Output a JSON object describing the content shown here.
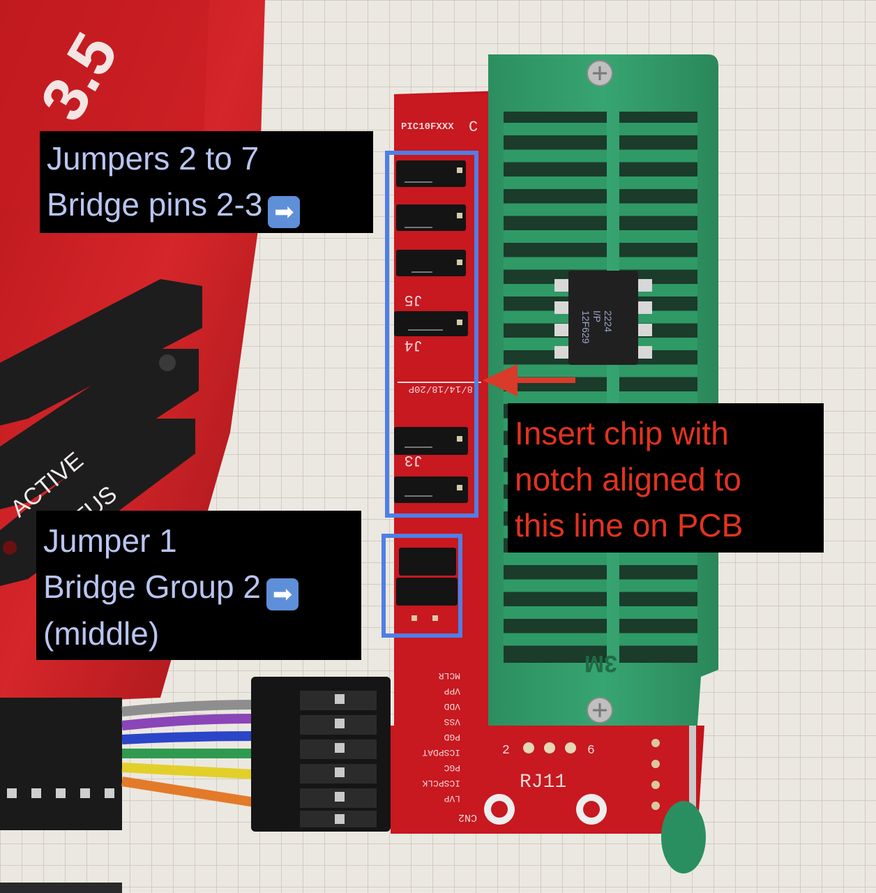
{
  "labels": {
    "jumpers_2_7": {
      "line1": "Jumpers 2 to 7",
      "line2": "Bridge pins 2-3",
      "icon": "right-arrow-emoji"
    },
    "jumper_1": {
      "line1": "Jumper 1",
      "line2": "Bridge Group 2",
      "line3": "(middle)",
      "icon": "right-arrow-emoji"
    },
    "insert_chip": {
      "line1": "Insert chip with",
      "line2": "notch aligned to",
      "line3": "this line on PCB"
    }
  },
  "pcb_silkscreen": {
    "top": "PIC10FXXX",
    "j5": "J5",
    "j4": "J4",
    "j3": "J3",
    "mid": "8/14/18/20P",
    "rj11": "RJ11",
    "cn2": "CN2",
    "pins_left": "2",
    "pins_right": "6",
    "pin_labels": [
      "MCLR",
      "VPP",
      "VDD",
      "VSS",
      "PGD",
      "ICSPDAT",
      "PGC",
      "ICSPCLK",
      "LVP"
    ],
    "socket_brand": "3M",
    "chip_text": [
      "12F629",
      "I/P",
      "2224"
    ]
  },
  "programmer": {
    "version_text": "3.5",
    "labels": [
      "ACTIVE",
      "STATUS"
    ]
  },
  "colors": {
    "highlight_box": "#4f7fe6",
    "annotation_arrow": "#d93a2a",
    "label_bg": "#000000",
    "label_text_blue": "#b9c4f0",
    "label_text_red": "#e2331f",
    "pcb": "#c4141e",
    "zif_socket": "#2f9a66"
  }
}
